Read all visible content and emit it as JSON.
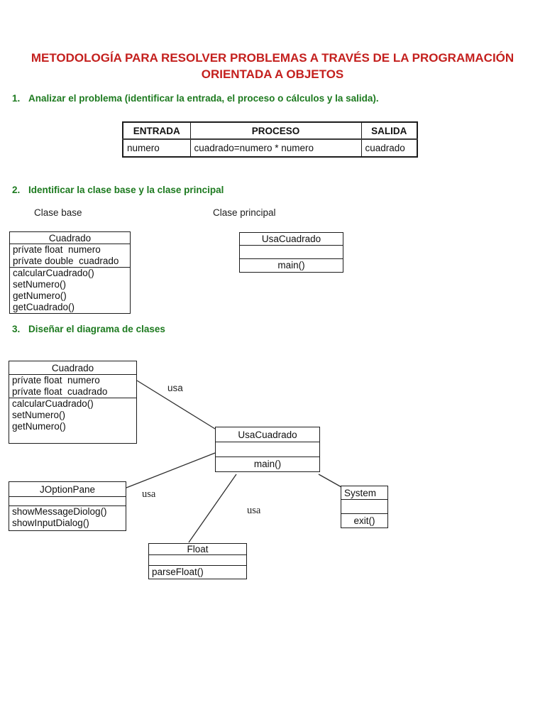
{
  "doc": {
    "title": "METODOLOGÍA PARA RESOLVER PROBLEMAS A TRAVÉS DE LA PROGRAMACIÓN ORIENTADA A OBJETOS",
    "colors": {
      "title_red": "#c4201e",
      "heading_green": "#1d7a1f",
      "line_black": "#1c1c1c"
    }
  },
  "sections": {
    "s1": {
      "number": "1.",
      "heading": "Analizar el problema (identificar la entrada, el proceso o cálculos y la salida)."
    },
    "s2": {
      "number": "2.",
      "heading": "Identificar la clase base y la clase principal",
      "label_base": "Clase base",
      "label_principal": "Clase principal"
    },
    "s3": {
      "number": "3.",
      "heading": "Diseñar el diagrama de clases"
    }
  },
  "io_table": {
    "headers": [
      "ENTRADA",
      "PROCESO",
      "SALIDA"
    ],
    "row": [
      "numero",
      "cuadrado=numero * numero",
      "cuadrado"
    ]
  },
  "uml_section2": {
    "cuadrado": {
      "title": "Cuadrado",
      "attributes": [
        "prívate float  numero",
        "prívate double  cuadrado"
      ],
      "methods": [
        "calcularCuadrado()",
        "setNumero()",
        "getNumero()",
        "getCuadrado()"
      ]
    },
    "usacuadrado": {
      "title": "UsaCuadrado",
      "methods": [
        "main()"
      ]
    }
  },
  "diagram": {
    "cuadrado": {
      "title": "Cuadrado",
      "attributes": [
        "prívate float  numero",
        "prívate float  cuadrado"
      ],
      "methods": [
        "calcularCuadrado()",
        "setNumero()",
        "getNumero()"
      ]
    },
    "usacuadrado": {
      "title": "UsaCuadrado",
      "methods": [
        "main()"
      ]
    },
    "joptionpane": {
      "title": "JOptionPane",
      "methods": [
        "showMessageDiolog()",
        "showInputDialog()"
      ]
    },
    "system": {
      "title": "System",
      "methods": [
        "exit()"
      ]
    },
    "float": {
      "title": "Float",
      "methods": [
        "parseFloat()"
      ]
    },
    "usa_labels": {
      "usa1": "usa",
      "usa2": "usa",
      "usa3": "usa"
    }
  }
}
